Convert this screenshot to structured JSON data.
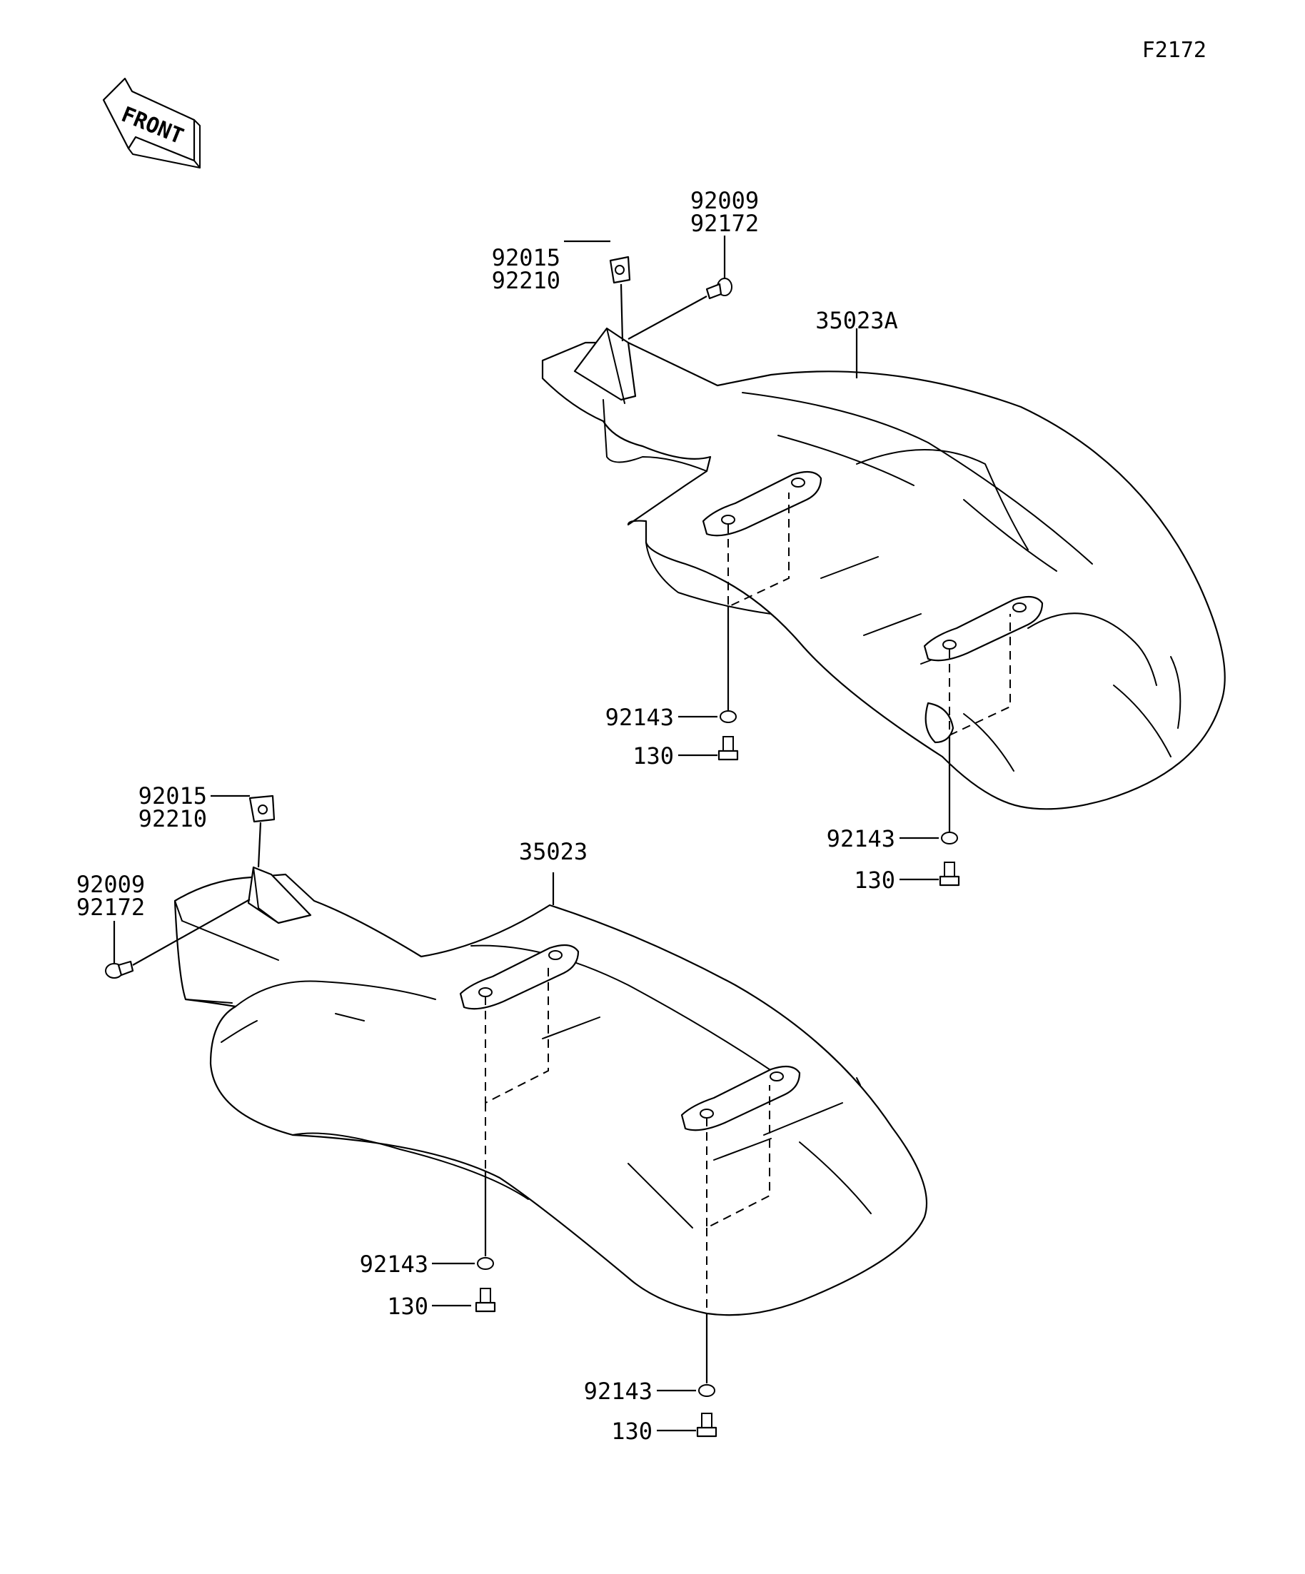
{
  "figure_id": "F2172",
  "front_arrow_text": "FRONT",
  "upper_fender": {
    "part_label": "35023A",
    "clip_labels": [
      "92015",
      "92210"
    ],
    "screw_labels": [
      "92009",
      "92172"
    ],
    "washer_left_label": "92143",
    "bolt_left_label": "130",
    "washer_right_label": "92143",
    "bolt_right_label": "130"
  },
  "lower_fender": {
    "part_label": "35023",
    "clip_labels": [
      "92015",
      "92210"
    ],
    "screw_labels": [
      "92009",
      "92172"
    ],
    "washer_left_label": "92143",
    "bolt_left_label": "130",
    "washer_right_label": "92143",
    "bolt_right_label": "130"
  },
  "icons": {
    "front": "front-arrow-icon",
    "clip": "clip-nut-icon",
    "screw": "screw-icon",
    "washer": "washer-icon",
    "bolt": "bolt-icon"
  }
}
